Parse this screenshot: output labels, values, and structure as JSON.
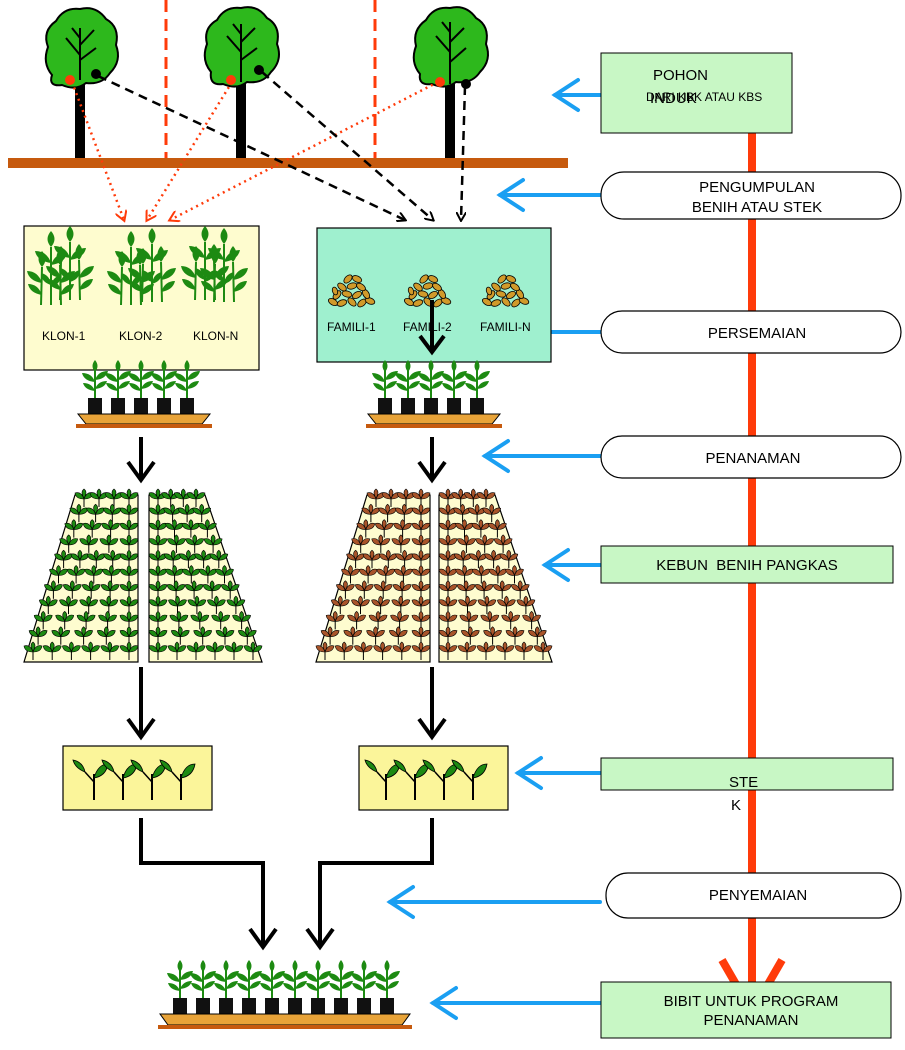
{
  "colors": {
    "ground": "#c65a0e",
    "timeline": "#ff3b0a",
    "side_arrow": "#1a9ff2",
    "rect_fill": "#c8f7c5",
    "panel_clone": "#fefccf",
    "panel_family": "#9ff0cf",
    "leaf_green": "#1d8a12",
    "seed_tan": "#d19a2a",
    "leaf_brown": "#a8542a",
    "black_arrow": "#000000",
    "dashed_black": "#000000",
    "dotted_red": "#ff3b0a"
  },
  "stages": [
    {
      "id": "pohon-induk",
      "shape": "rect",
      "lines": [
        "POHON",
        "INDUK"
      ],
      "overlay": "DARI KBK ATAU KBS"
    },
    {
      "id": "pengumpulan",
      "shape": "pill",
      "lines": [
        "PENGUMPULAN",
        "BENIH ATAU STEK"
      ]
    },
    {
      "id": "persemaian",
      "shape": "pill",
      "lines": [
        "PERSEMAIAN"
      ]
    },
    {
      "id": "penanaman",
      "shape": "pill",
      "lines": [
        "PENANAMAN"
      ]
    },
    {
      "id": "kebun-benih-pangkas",
      "shape": "rect",
      "lines": [
        "KEBUN  BENIH PANGKAS"
      ]
    },
    {
      "id": "stek",
      "shape": "rect",
      "lines": [
        "STE",
        "K"
      ]
    },
    {
      "id": "penyemaian",
      "shape": "pill",
      "lines": [
        "PENYEMAIAN"
      ]
    },
    {
      "id": "bibit",
      "shape": "rect",
      "lines": [
        "BIBIT UNTUK PROGRAM",
        "PENANAMAN"
      ]
    }
  ],
  "clone_labels": [
    "KLON-1",
    "KLON-2",
    "KLON-N"
  ],
  "family_labels": [
    "FAMILI-1",
    "FAMILI-2",
    "FAMILI-N"
  ],
  "icons": {
    "tree": "tree-icon",
    "clone_plant": "clone-plant-icon",
    "seed_pile": "seed-pile-icon",
    "seedling_tray": "seedling-tray-icon",
    "hedge_bed": "hedge-orchard-icon",
    "cutting": "cutting-icon"
  }
}
